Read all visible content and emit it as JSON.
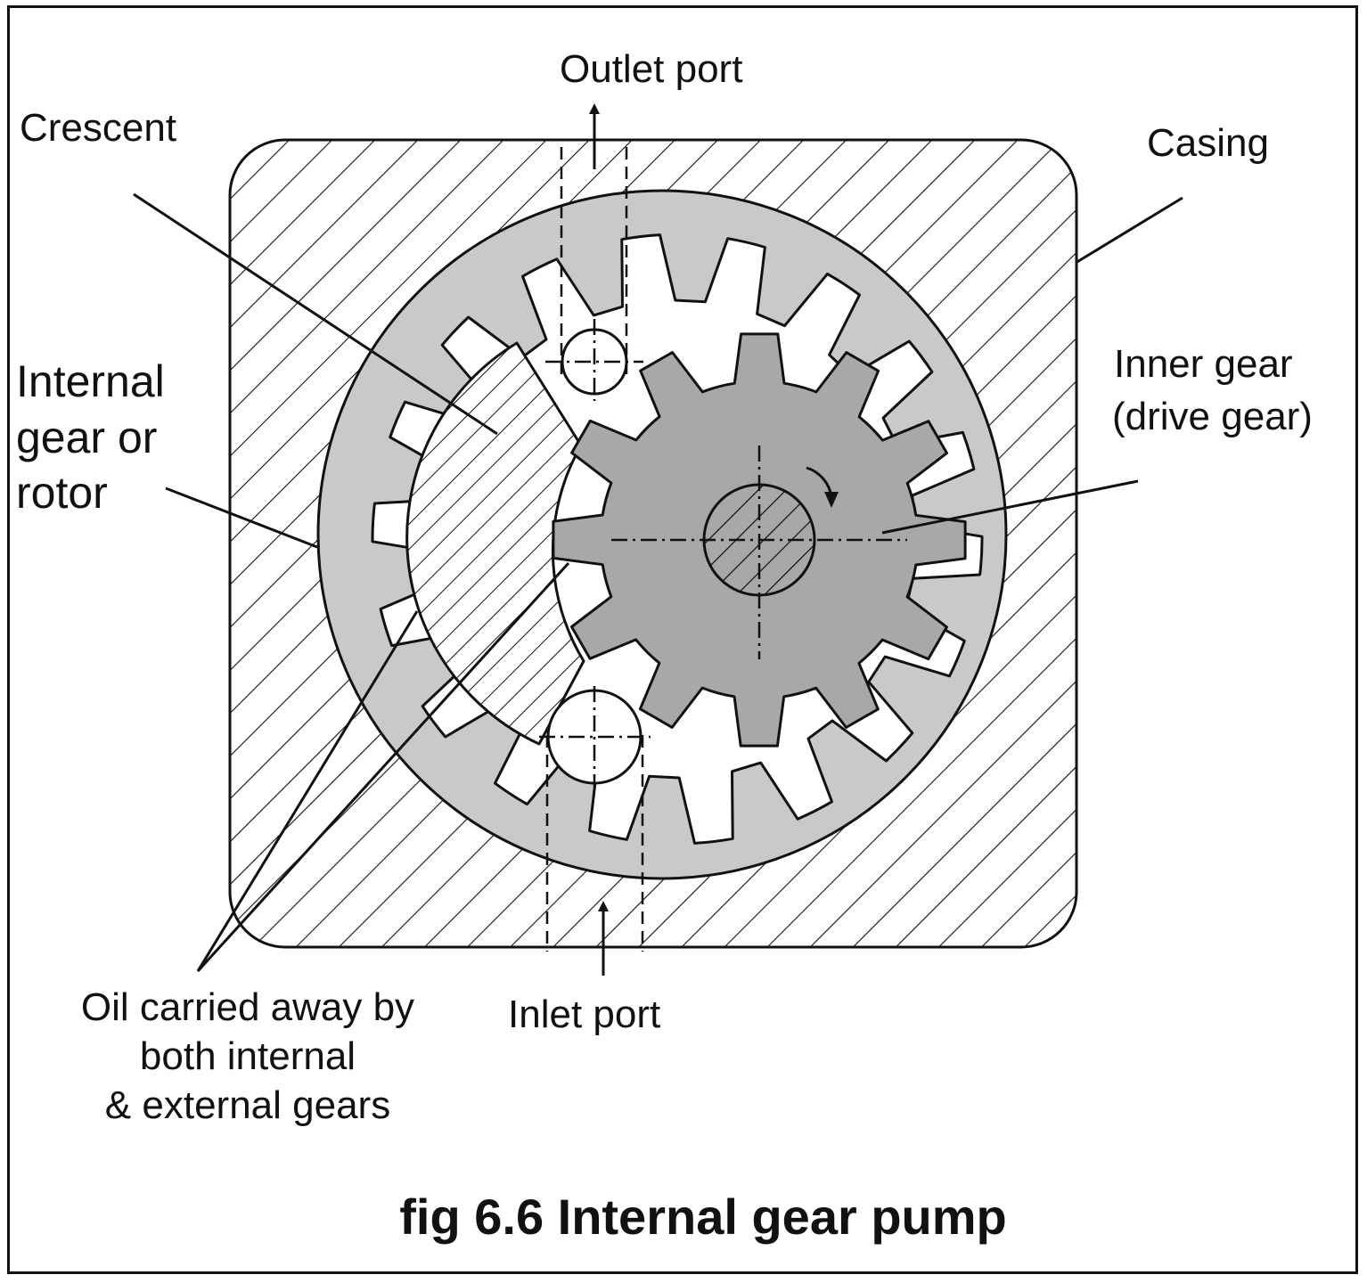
{
  "figure": {
    "caption": "fig 6.6 Internal gear pump",
    "colors": {
      "ring_gear": "#c8c9cb",
      "drive_gear": "#a7a8aa",
      "outline": "#111111",
      "background": "#ffffff"
    }
  },
  "labels": {
    "outlet_port": "Outlet port",
    "crescent": "Crescent",
    "casing": "Casing",
    "internal_gear": [
      "Internal",
      "gear or",
      "rotor"
    ],
    "inner_gear": [
      "Inner gear",
      "(drive gear)"
    ],
    "oil_carried": [
      "Oil carried away by",
      "both internal",
      "& external gears"
    ],
    "inlet_port": "Inlet port"
  },
  "icons": {
    "rotation": "clockwise-arrow-icon",
    "outlet_flow": "arrow-up-icon",
    "inlet_flow": "arrow-up-icon"
  }
}
